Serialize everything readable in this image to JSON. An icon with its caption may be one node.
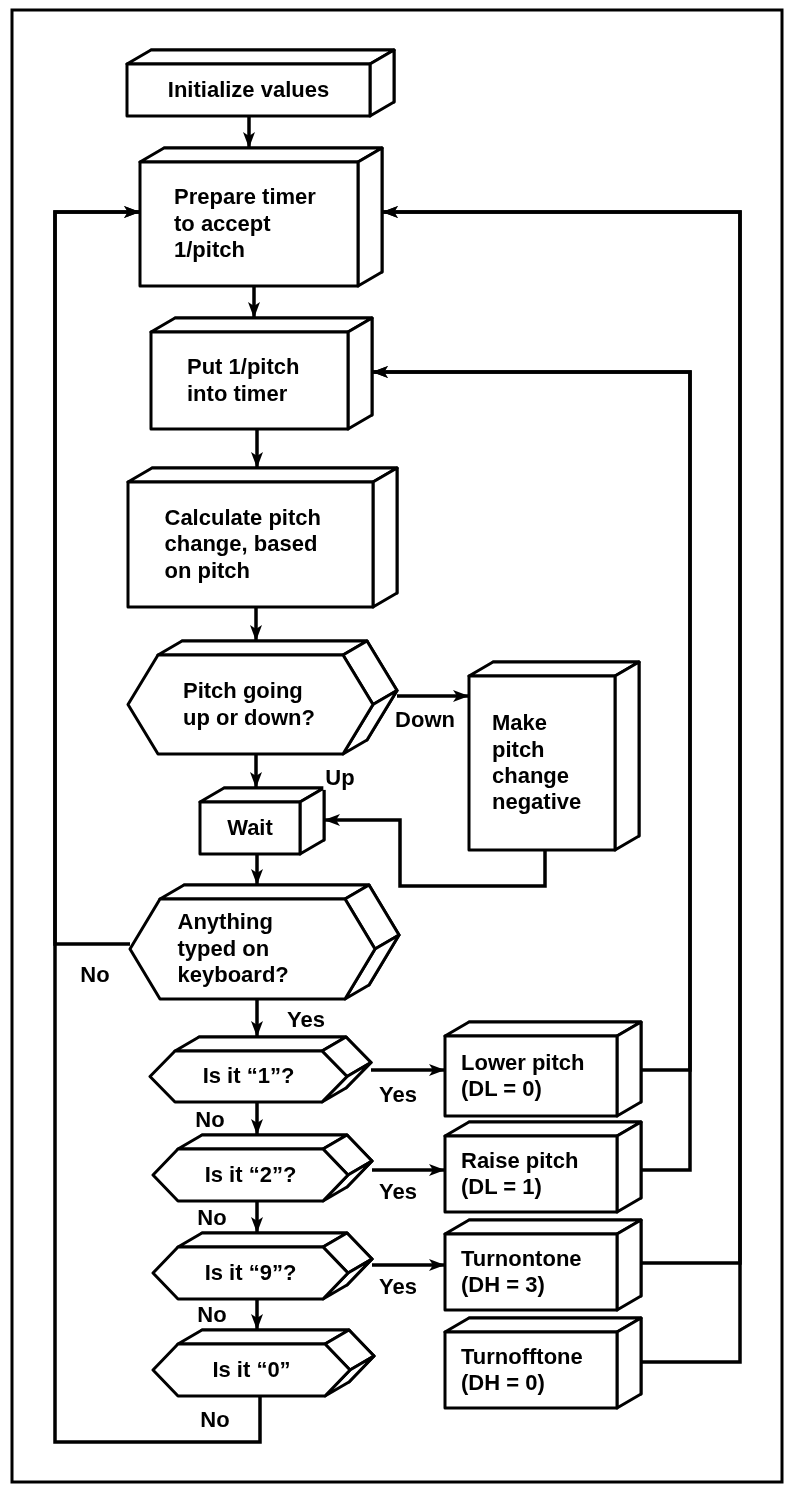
{
  "diagram": {
    "nodes": [
      {
        "text": [
          "Initialize values"
        ]
      },
      {
        "text": [
          "Prepare timer to accept 1/pitch"
        ]
      },
      {
        "text": [
          "Put 1/pitch into timer"
        ]
      },
      {
        "text": [
          "Calculate pitch change, based on pitch"
        ]
      },
      {
        "text": [
          "Pitch going up or down?"
        ]
      },
      {
        "text": [
          "Make pitch change negative"
        ]
      },
      {
        "text": [
          "Wait"
        ]
      },
      {
        "text": [
          "Anything typed on keyboard?"
        ]
      },
      {
        "text": [
          "Is it “1”?"
        ]
      },
      {
        "text": [
          "Is it “2”?"
        ]
      },
      {
        "text": [
          "Is it “9”?"
        ]
      },
      {
        "text": [
          "Is it “0”"
        ]
      },
      {
        "text": [
          "Lower pitch (DL = 0)"
        ]
      },
      {
        "text": [
          "Raise pitch (DL = 1)"
        ]
      },
      {
        "text": [
          "Turnontone (DH = 3)"
        ]
      },
      {
        "text": [
          "Turnofftone (DH = 0)"
        ]
      }
    ],
    "edges": [
      {
        "from": 0,
        "to": 1,
        "arrow": "to"
      },
      {
        "from": 1,
        "to": 2,
        "arrow": "to"
      },
      {
        "from": 2,
        "to": 3,
        "arrow": "to"
      },
      {
        "from": 3,
        "to": 4,
        "arrow": "to"
      },
      {
        "from": 4,
        "to": 5,
        "arrow": "to",
        "label": "Down"
      },
      {
        "from": 4,
        "to": 6,
        "arrow": "to",
        "label": "Up"
      },
      {
        "from": 5,
        "to": 6,
        "arrow": "to"
      },
      {
        "from": 6,
        "to": 7,
        "arrow": "to"
      },
      {
        "from": 7,
        "to": 1,
        "arrow": "to",
        "label": "No"
      },
      {
        "from": 7,
        "to": 8,
        "arrow": "to",
        "label": "Yes"
      },
      {
        "from": 8,
        "to": 12,
        "arrow": "to",
        "label": "Yes"
      },
      {
        "from": 8,
        "to": 9,
        "arrow": "to",
        "label": "No"
      },
      {
        "from": 9,
        "to": 13,
        "arrow": "to",
        "label": "Yes"
      },
      {
        "from": 9,
        "to": 10,
        "arrow": "to",
        "label": "No"
      },
      {
        "from": 10,
        "to": 14,
        "arrow": "to",
        "label": "Yes"
      },
      {
        "from": 10,
        "to": 11,
        "arrow": "to",
        "label": "No"
      },
      {
        "from": 11,
        "to": 1,
        "arrow": "to",
        "label": "No"
      },
      {
        "from": 12,
        "to": 2,
        "arrow": "to"
      },
      {
        "from": 13,
        "to": 2,
        "arrow": "to"
      },
      {
        "from": 14,
        "to": 1,
        "arrow": "to"
      },
      {
        "from": 15,
        "to": 1,
        "arrow": "to"
      }
    ]
  }
}
